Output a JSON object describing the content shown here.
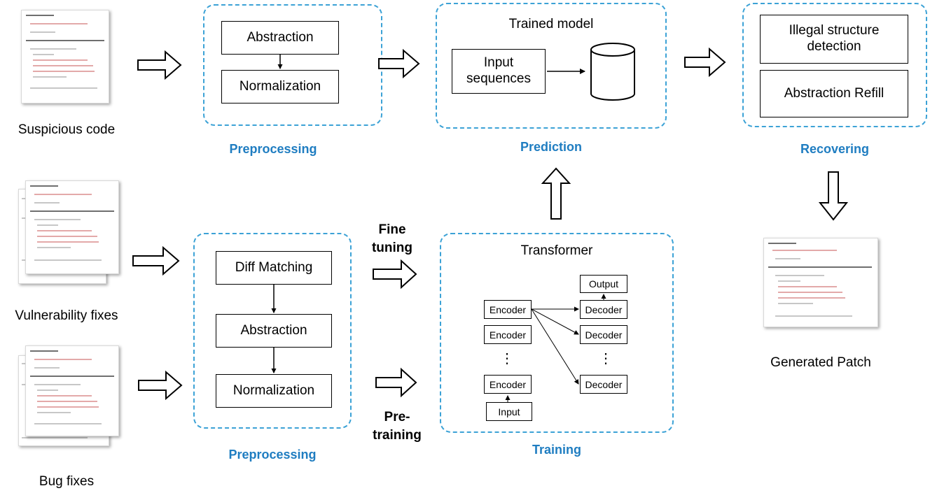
{
  "inputs": {
    "suspicious": "Suspicious code",
    "vuln": "Vulnerability fixes",
    "bug": "Bug fixes"
  },
  "preprocess_top": {
    "step1": "Abstraction",
    "step2": "Normalization",
    "stage": "Preprocessing"
  },
  "preprocess_bottom": {
    "step1": "Diff Matching",
    "step2": "Abstraction",
    "step3": "Normalization",
    "stage": "Preprocessing"
  },
  "prediction": {
    "title": "Trained model",
    "input": "Input\nsequences",
    "stage": "Prediction"
  },
  "recovering": {
    "step1": "Illegal structure\ndetection",
    "step2": "Abstraction Refill",
    "stage": "Recovering"
  },
  "training": {
    "title": "Transformer",
    "encoder": "Encoder",
    "decoder": "Decoder",
    "output": "Output",
    "input": "Input",
    "ellipsis": "⋮",
    "stage": "Training"
  },
  "labels": {
    "fine_tuning": "Fine\ntuning",
    "pretraining": "Pre-\ntraining"
  },
  "output": {
    "patch": "Generated Patch"
  },
  "colors": {
    "accent": "#3ca2d6",
    "stage_text": "#1f7dc1"
  }
}
